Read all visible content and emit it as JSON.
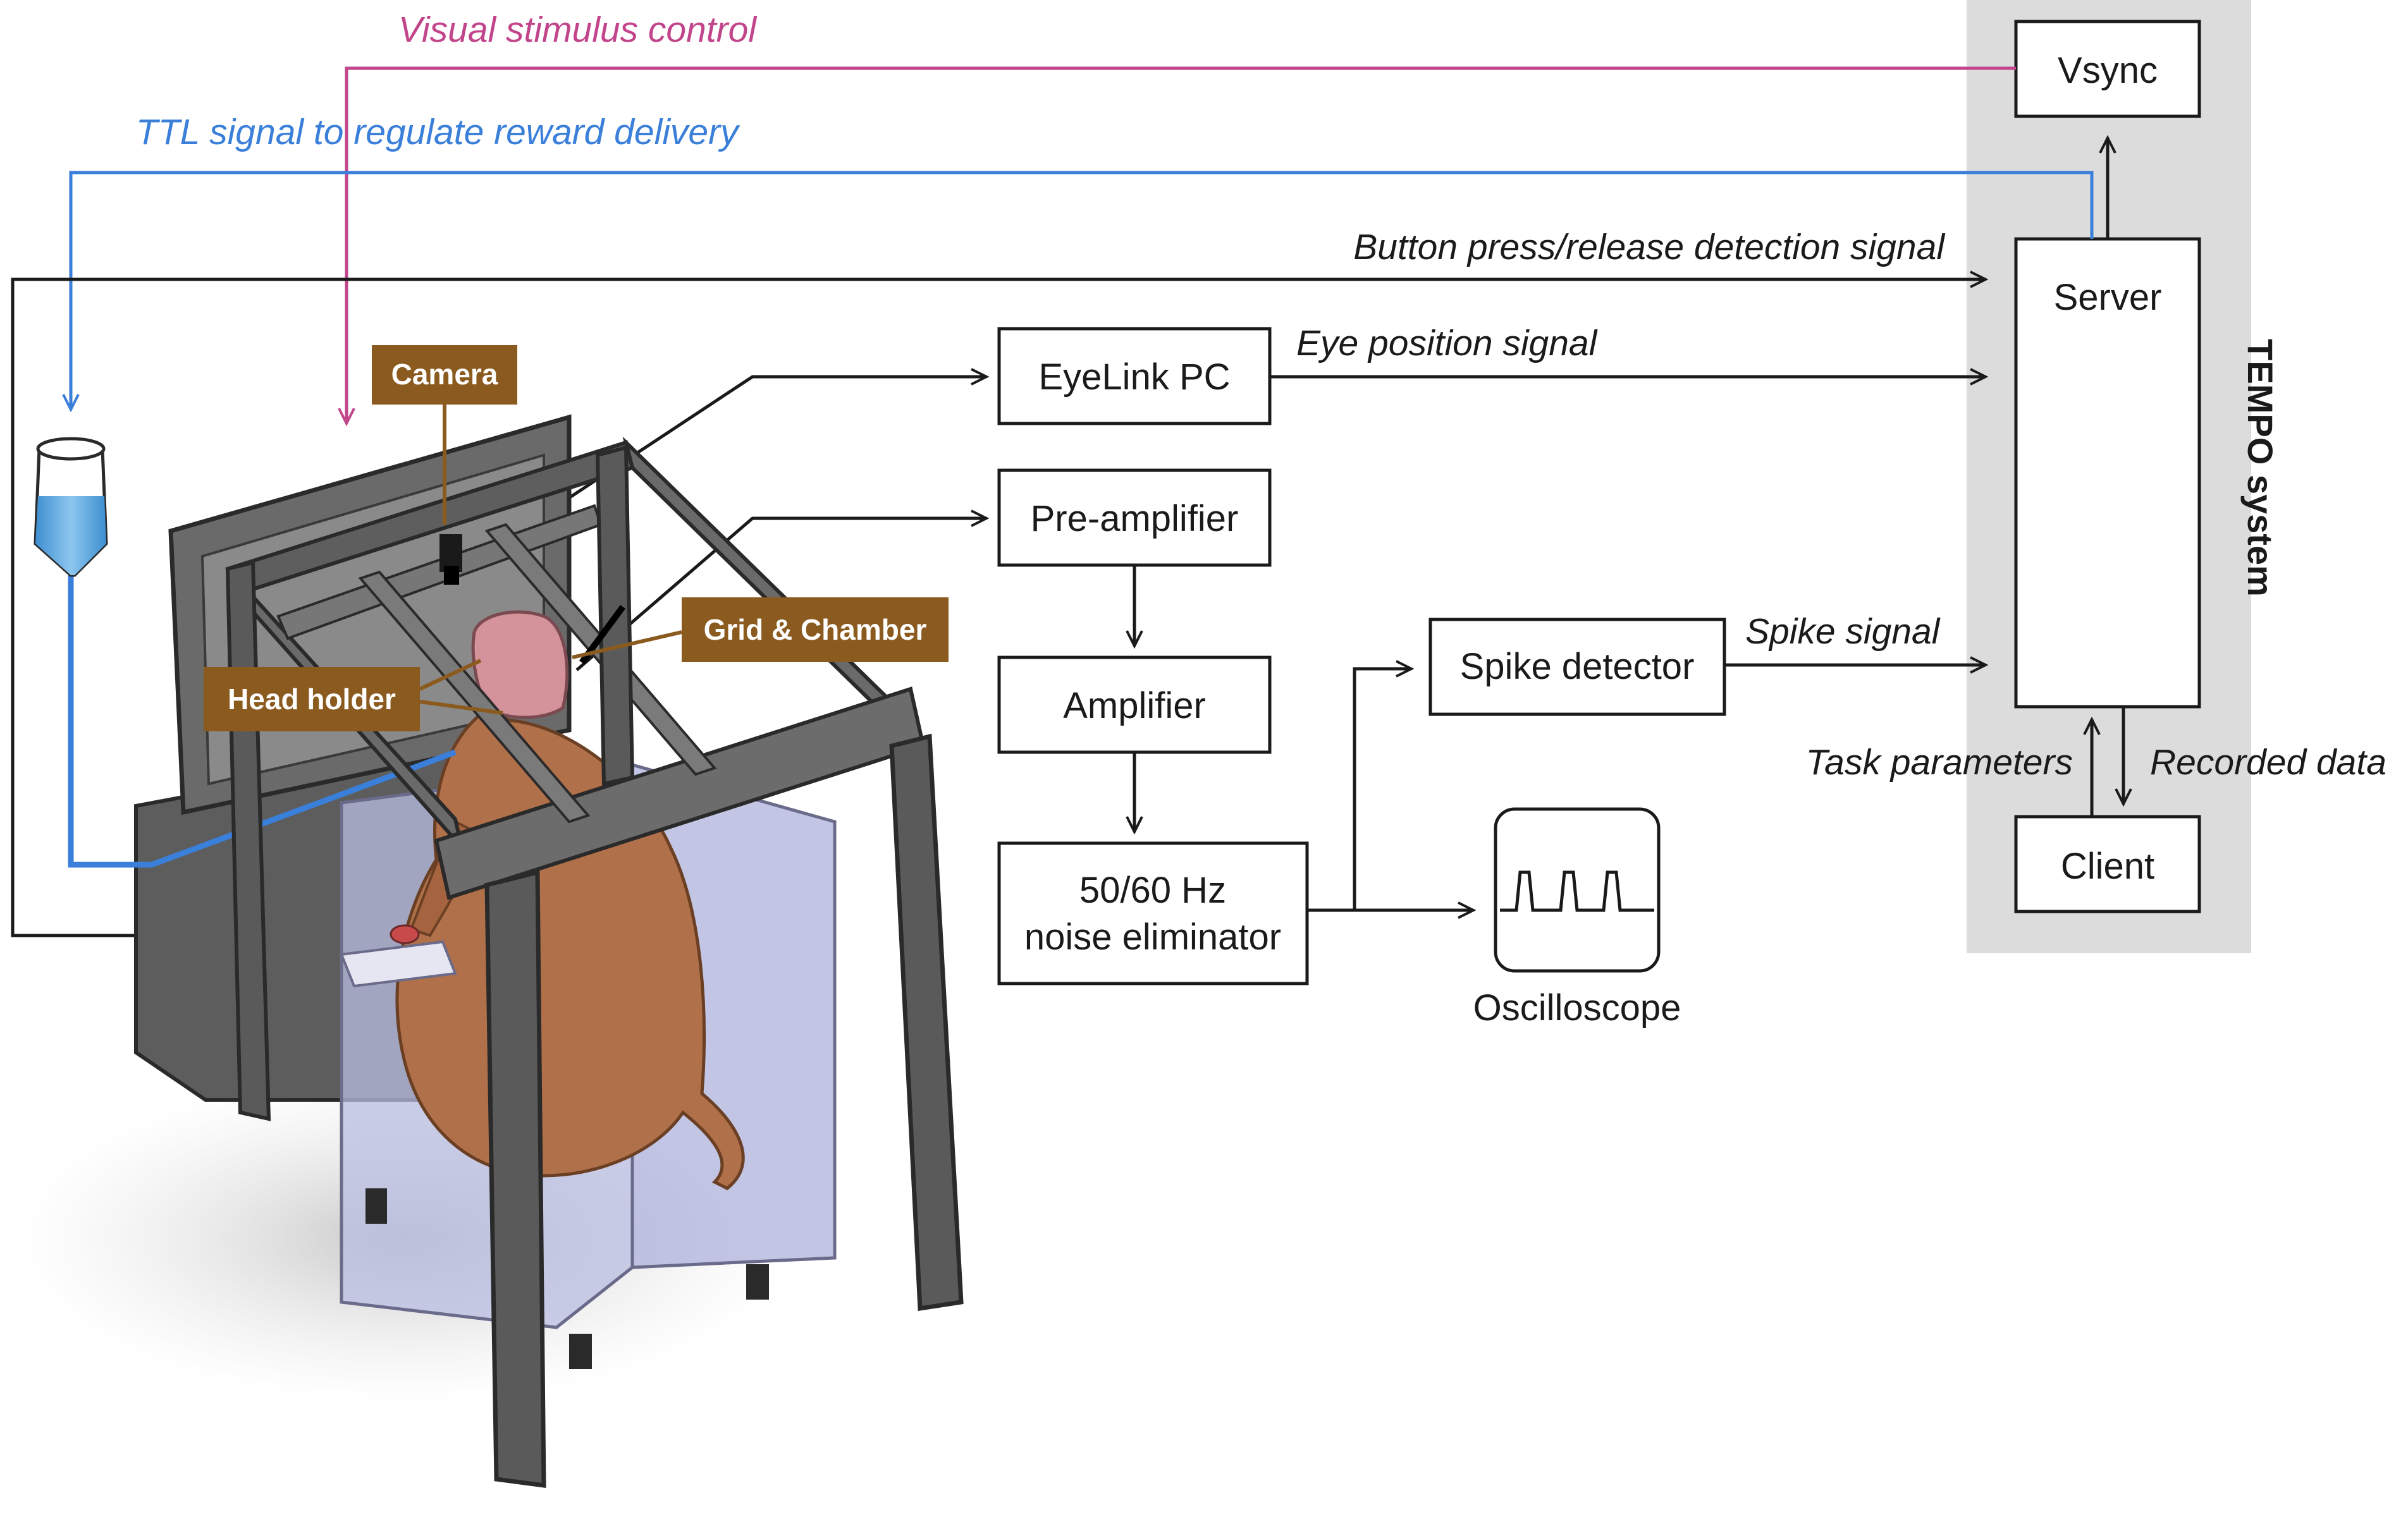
{
  "signals": {
    "visual_stimulus": "Visual stimulus control",
    "ttl": "TTL signal to regulate reward delivery",
    "button": "Button press/release detection signal",
    "eye": "Eye position signal",
    "spike": "Spike signal",
    "task": "Task parameters",
    "recorded": "Recorded data"
  },
  "boxes": {
    "vsync": "Vsync",
    "server": "Server",
    "client": "Client",
    "eyelink": "EyeLink PC",
    "preamp": "Pre-amplifier",
    "amp": "Amplifier",
    "noise_line1": "50/60 Hz",
    "noise_line2": "noise eliminator",
    "spike_detector": "Spike detector"
  },
  "oscilloscope": "Oscilloscope",
  "tempo_system": "TEMPO system",
  "tags": {
    "camera": "Camera",
    "grid_chamber": "Grid & Chamber",
    "head_holder": "Head holder"
  },
  "colors": {
    "visual_stimulus_line": "#c2448a",
    "ttl_line": "#3a7fd9",
    "tag_fill": "#8b5a1f",
    "tempo_panel": "#dcdcdc",
    "frame": "#5a5a5a",
    "enclosure": "#b9bde0",
    "subject": "#b0704a",
    "water": "#5aa6e0"
  }
}
